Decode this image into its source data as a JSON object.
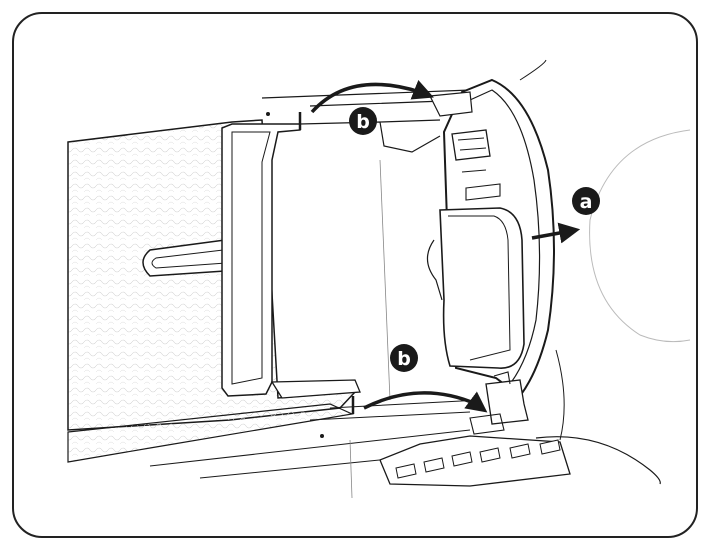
{
  "callouts": {
    "a": {
      "label": "a"
    },
    "b_top": {
      "label": "b"
    },
    "b_bottom": {
      "label": "b"
    }
  },
  "colors": {
    "line": "#1a1a1a",
    "badge_fill": "#1a1a1a",
    "badge_text": "#ffffff",
    "texture": "#cfcfcf",
    "background": "#ffffff"
  },
  "icons": {
    "callout_badge": "black-circle-letter-icon",
    "direction_arrow": "curved-arrow-icon"
  }
}
